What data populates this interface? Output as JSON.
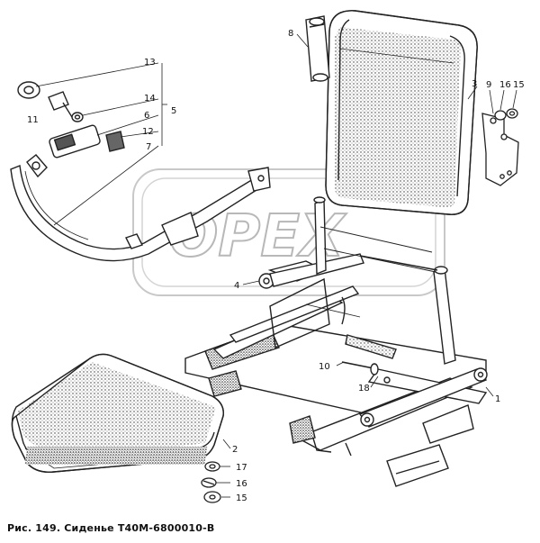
{
  "caption": "Рис. 149. Сиденье Т40М-6800010-В",
  "watermark": {
    "text": "OPEX",
    "color": "#b8b8b8"
  },
  "line_color": "#222222",
  "callouts": {
    "c1": "1",
    "c2": "2",
    "c3": "3",
    "c4": "4",
    "c5": "5",
    "c6": "6",
    "c7": "7",
    "c8": "8",
    "c9": "9",
    "c10": "10",
    "c11": "11",
    "c12": "12",
    "c13": "13",
    "c14": "14",
    "c15a": "15",
    "c15b": "15",
    "c16a": "16",
    "c16b": "16",
    "c17": "17",
    "c18": "18"
  }
}
